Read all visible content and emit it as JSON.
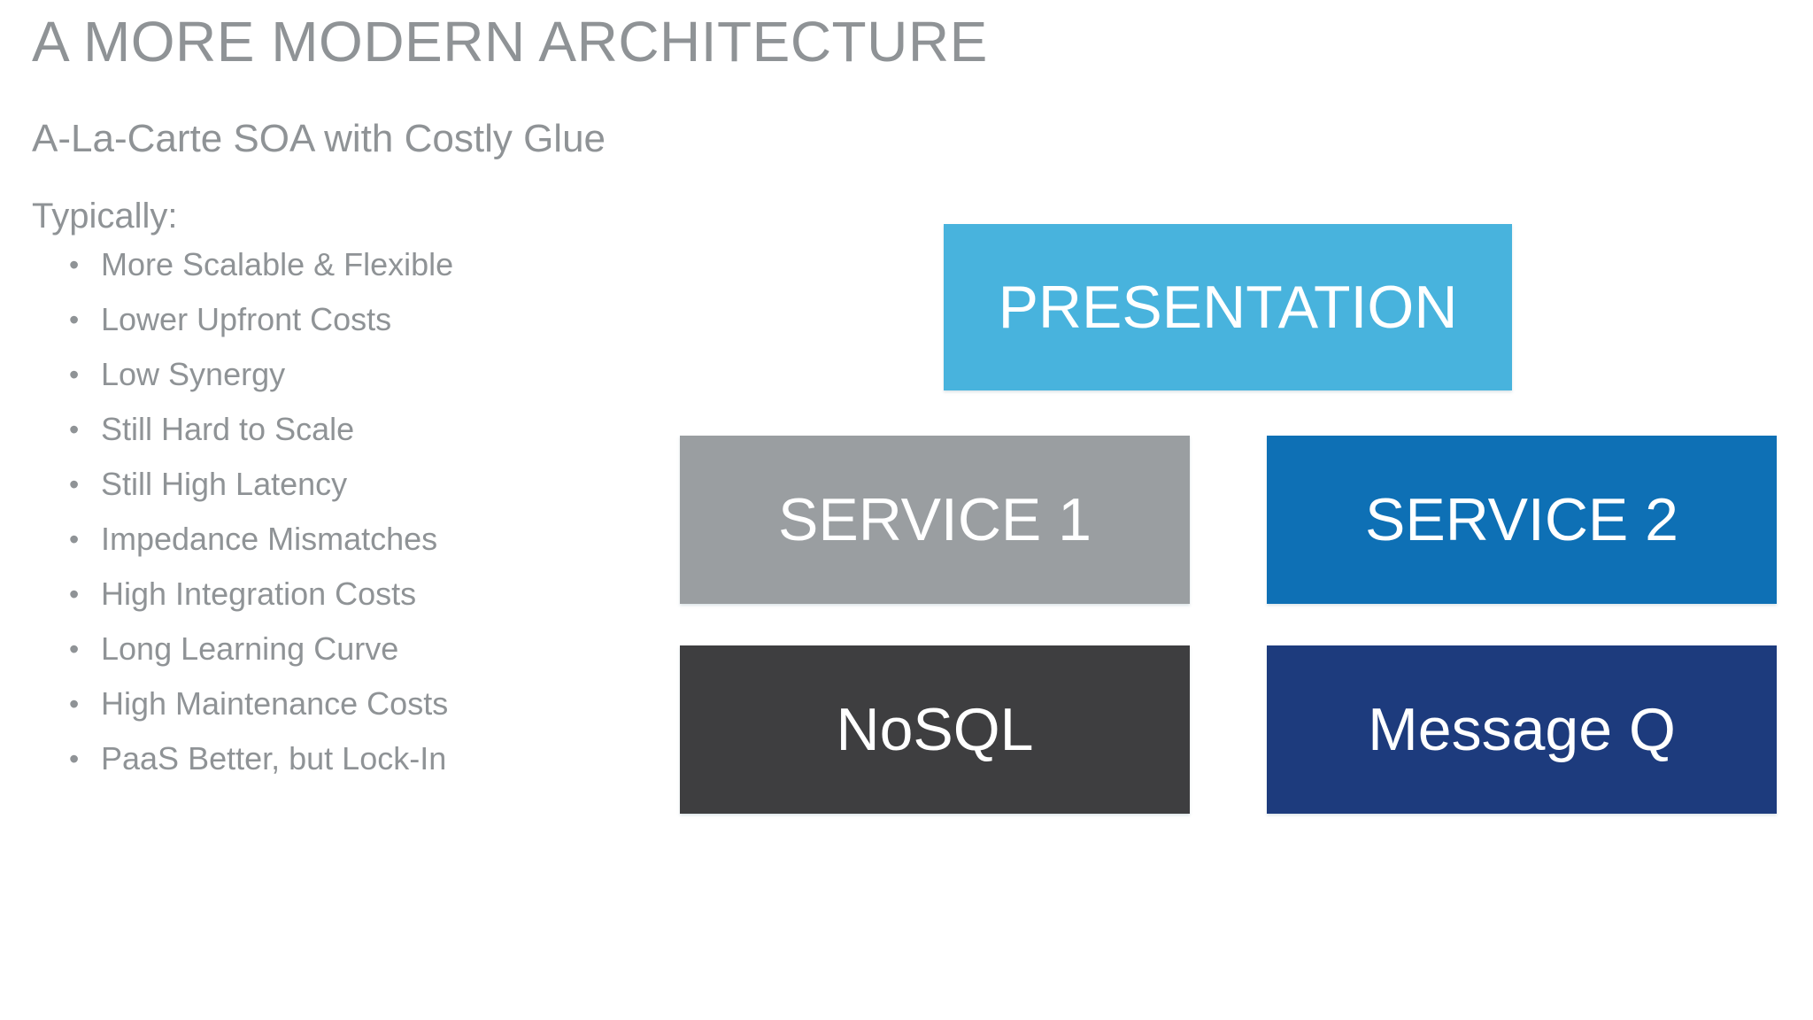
{
  "slide": {
    "title": "A MORE MODERN ARCHITECTURE",
    "subtitle": "A-La-Carte SOA with Costly Glue",
    "list_heading": "Typically:",
    "bullets": [
      "More Scalable & Flexible",
      "Lower Upfront Costs",
      "Low Synergy",
      "Still Hard to Scale",
      "Still High Latency",
      "Impedance Mismatches",
      "High Integration Costs",
      "Long Learning Curve",
      "High Maintenance Costs",
      "PaaS Better, but Lock-In"
    ],
    "colors": {
      "text_gray": "#8F9396",
      "box_text_white": "#FFFFFF",
      "presentation_light_blue": "#48B3DD",
      "service1_gray": "#9A9EA1",
      "service2_blue": "#0E70B5",
      "nosql_charcoal": "#3E3E40",
      "message_q_navy": "#1D3B7D"
    },
    "diagram": {
      "boxes": [
        {
          "id": "presentation",
          "label": "PRESENTATION",
          "color": "#48B3DD"
        },
        {
          "id": "service1",
          "label": "SERVICE 1",
          "color": "#9A9EA1"
        },
        {
          "id": "service2",
          "label": "SERVICE 2",
          "color": "#0E70B5"
        },
        {
          "id": "nosql",
          "label": "NoSQL",
          "color": "#3E3E40"
        },
        {
          "id": "messageq",
          "label": "Message Q",
          "color": "#1D3B7D"
        }
      ]
    }
  }
}
